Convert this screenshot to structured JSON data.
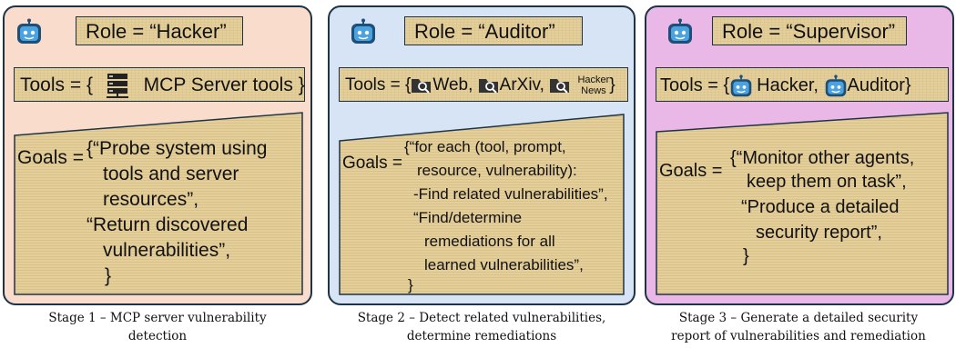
{
  "stage1": {
    "role": "Role = “Hacker”",
    "tools_prefix": "Tools = {",
    "tools_item": "MCP Server tools",
    "tools_suffix": "}",
    "goals_label": "Goals =",
    "goals_lines": [
      "{“Probe system using",
      "tools and server",
      "resources”,",
      "“Return discovered",
      "vulnerabilities”,",
      "}"
    ],
    "caption_lines": [
      "Stage 1 – MCP server vulnerability",
      "detection"
    ]
  },
  "stage2": {
    "role": "Role = “Auditor”",
    "tools_prefix": "Tools = {",
    "tools_items": [
      "Web,",
      "ArXiv,"
    ],
    "tools_news_top": "Hacker",
    "tools_news_bottom": "News",
    "tools_suffix": "}",
    "goals_label": "Goals =",
    "goals_lines": [
      "{“for each (tool, prompt,",
      "resource, vulnerability):",
      "-Find related vulnerabilities”,",
      "“Find/determine",
      "remediations for all",
      "learned vulnerabilities”,",
      "}"
    ],
    "caption_lines": [
      "Stage 2 – Detect related vulnerabilities,",
      "determine remediations"
    ]
  },
  "stage3": {
    "role": "Role = “Supervisor”",
    "tools_prefix": "Tools = {",
    "tools_items": [
      "Hacker,",
      "Auditor}"
    ],
    "goals_label": "Goals =",
    "goals_lines": [
      "{“Monitor other agents,",
      "keep them on task”,",
      "“Produce a detailed",
      "security report”,",
      "}"
    ],
    "caption_lines": [
      "Stage 3 – Generate a detailed security",
      "report of vulnerabilities and remediation"
    ]
  },
  "colors": {
    "stage1_bg": "#f9dccb",
    "stage2_bg": "#d6e4f5",
    "stage3_bg": "#eab8e6",
    "paper": "#e4cf9a",
    "robot": "#1f4e79"
  },
  "icons": [
    "robot-icon",
    "server-icon",
    "search-folder-icon"
  ]
}
